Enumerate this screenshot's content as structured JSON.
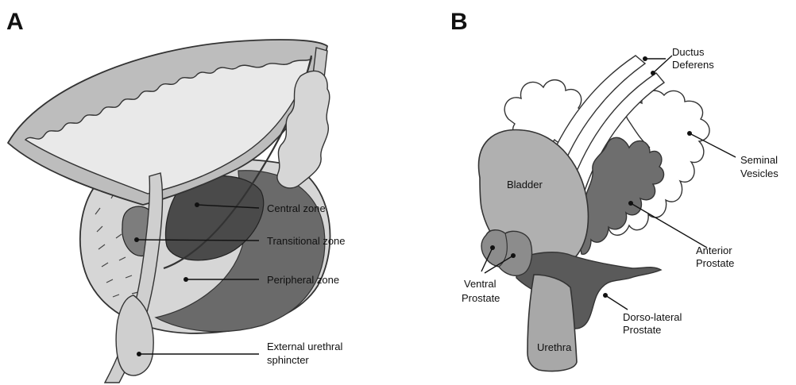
{
  "panels": [
    {
      "letter": "A",
      "labels": {
        "central_zone": "Central zone",
        "transitional_zone": "Transitional zone",
        "peripheral_zone": "Peripheral zone",
        "external_sphincter_line1": "External urethral",
        "external_sphincter_line2": "sphincter"
      }
    },
    {
      "letter": "B",
      "labels": {
        "ductus_line1": "Ductus",
        "ductus_line2": "Deferens",
        "seminal_line1": "Seminal",
        "seminal_line2": "Vesicles",
        "bladder": "Bladder",
        "anterior_line1": "Anterior",
        "anterior_line2": "Prostate",
        "ventral_line1": "Ventral",
        "ventral_line2": "Prostate",
        "dorsolateral_line1": "Dorso-lateral",
        "dorsolateral_line2": "Prostate",
        "urethra": "Urethra"
      }
    }
  ]
}
